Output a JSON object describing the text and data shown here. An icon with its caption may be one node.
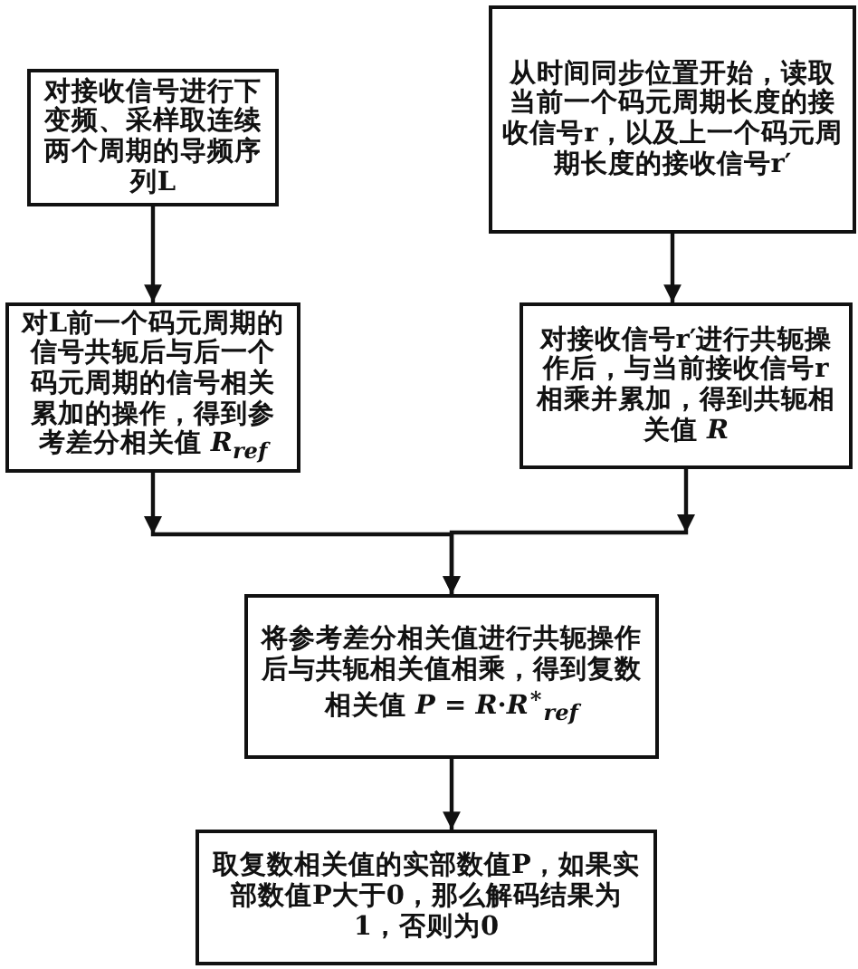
{
  "diagram": {
    "nodes": [
      {
        "text": [
          "对接收信号进行下变频、采样取连续两个周期的导频序列L"
        ]
      },
      {
        "text": [
          "从时间同步位置开始，读取当前一个码元周期长度的接收信号**r**，以及上一个码元周期长度的接收信号**r′**"
        ]
      },
      {
        "text": [
          "对L前一个码元周期的信号共轭后与后一个码元周期的信号相关累加的操作，得到参考差分相关值 *R*$_{ref}$"
        ]
      },
      {
        "text": [
          "对接收信号**r′**进行共轭操作后，与当前接收信号**r**相乘并累加，得到共轭相关值 *R*"
        ]
      },
      {
        "text": [
          "将参考差分相关值进行共轭操作后与共轭相关值相乘，得到复数相关值 *P* = *R*·*R*$^{∗}$$_{ref}$"
        ]
      },
      {
        "text": [
          "取复数相关值的实部数值P，如果实部数值P大于0，那么解码结果为1，否则为0"
        ]
      }
    ],
    "edges": [
      {
        "from": 0,
        "to": 2,
        "arrow": "to"
      },
      {
        "from": 1,
        "to": 3,
        "arrow": "to"
      },
      {
        "from": 2,
        "to": 4,
        "arrow": "to"
      },
      {
        "from": 3,
        "to": 4,
        "arrow": "to"
      },
      {
        "from": 4,
        "to": 5,
        "arrow": "to"
      }
    ]
  }
}
